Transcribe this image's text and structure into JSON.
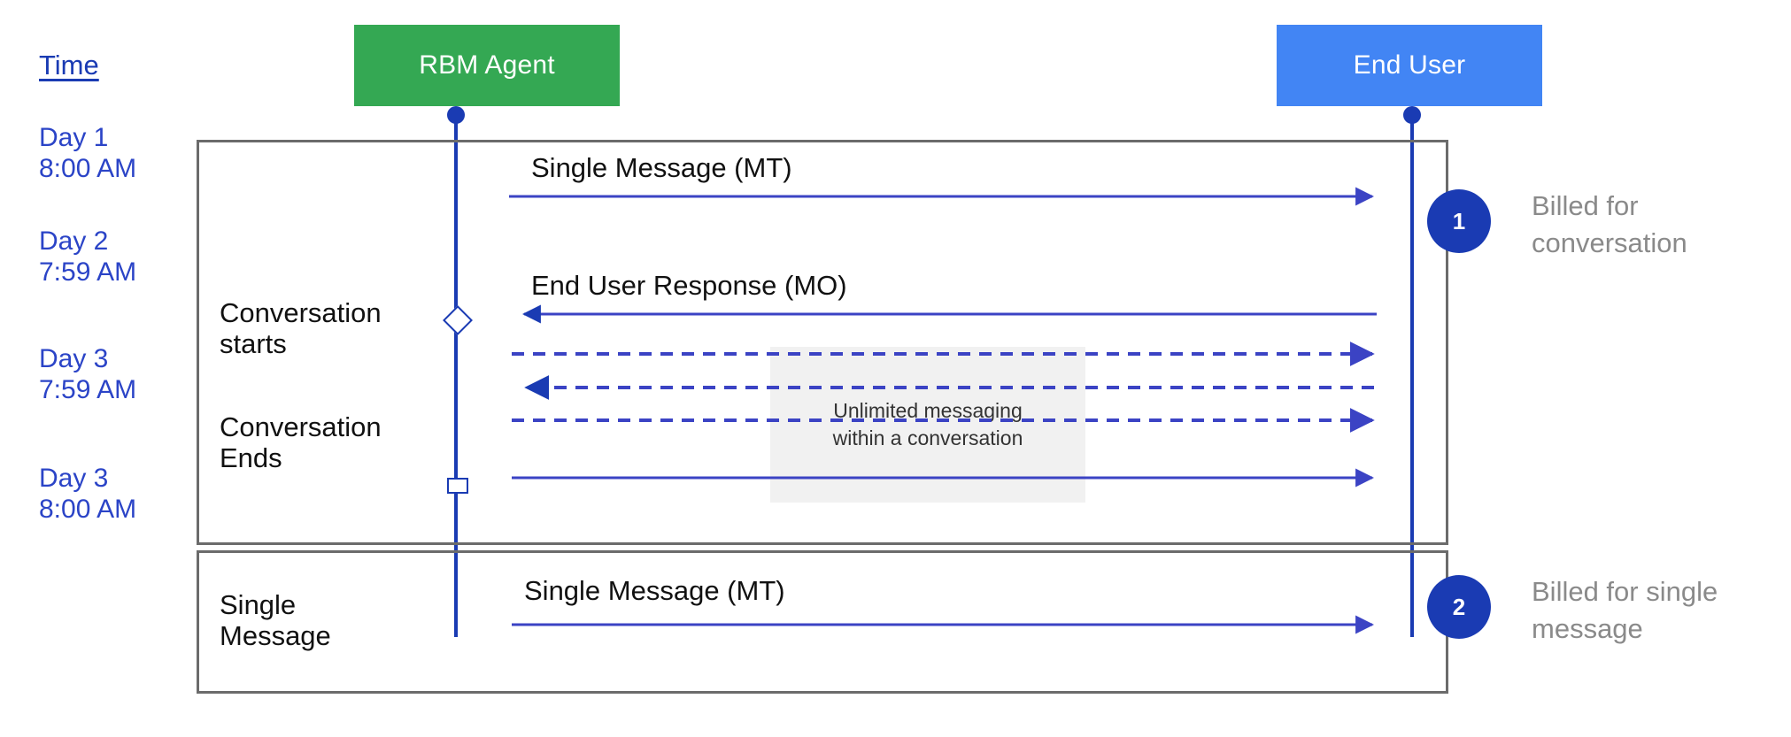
{
  "meta": {
    "accent_blue": "#1a3bb3",
    "arrow_blue": "#3b43c4",
    "agent_green": "#34a853",
    "user_blue": "#4285f4",
    "frame_gray": "#6b6b6b",
    "note_gray": "#f1f1f1",
    "badge_text_gray": "#8a8a8a"
  },
  "axis": {
    "time_header": "Time",
    "ticks": [
      {
        "day": "Day 1",
        "time": "8:00 AM"
      },
      {
        "day": "Day 2",
        "time": "7:59 AM"
      },
      {
        "day": "Day 3",
        "time": "7:59 AM"
      },
      {
        "day": "Day 3",
        "time": "8:00 AM"
      }
    ]
  },
  "actors": [
    {
      "id": "agent",
      "label": "RBM Agent"
    },
    {
      "id": "user",
      "label": "End User"
    }
  ],
  "frames": [
    {
      "id": "conversation",
      "phases": [
        {
          "label": "Conversation\nstarts",
          "marker": "diamond"
        },
        {
          "label": "Conversation\nEnds",
          "marker": "square"
        }
      ]
    },
    {
      "id": "single",
      "phases": [
        {
          "label": "Single\nMessage",
          "marker": "none"
        }
      ]
    }
  ],
  "messages": [
    {
      "id": "m1",
      "caption": "Single Message (MT)",
      "direction": "agent-to-user",
      "style": "solid"
    },
    {
      "id": "m2",
      "caption": "End User Response (MO)",
      "direction": "user-to-agent",
      "style": "solid"
    },
    {
      "id": "m3",
      "caption": "",
      "direction": "agent-to-user",
      "style": "dashed"
    },
    {
      "id": "m4",
      "caption": "",
      "direction": "user-to-agent",
      "style": "dashed"
    },
    {
      "id": "m5",
      "caption": "",
      "direction": "agent-to-user",
      "style": "dashed"
    },
    {
      "id": "m6",
      "caption": "",
      "direction": "agent-to-user",
      "style": "solid"
    },
    {
      "id": "m7",
      "caption": "Single Message (MT)",
      "direction": "agent-to-user",
      "style": "solid"
    }
  ],
  "note": {
    "line1": "Unlimited messaging",
    "line2": "within a conversation"
  },
  "callouts": [
    {
      "number": "1",
      "line1": "Billed for",
      "line2": "conversation"
    },
    {
      "number": "2",
      "line1": "Billed for single",
      "line2": "message"
    }
  ]
}
